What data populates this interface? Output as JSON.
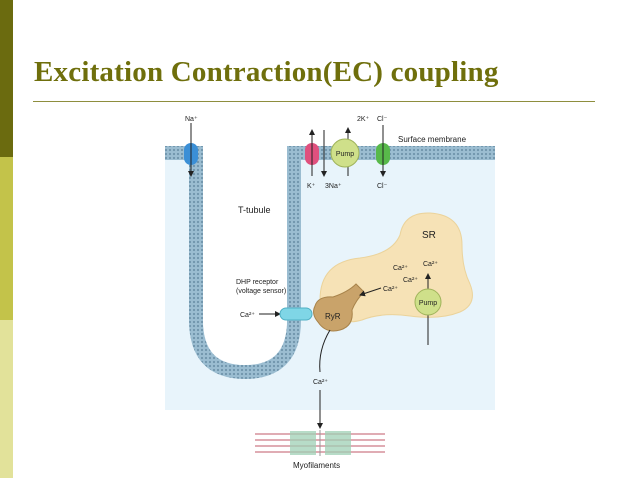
{
  "slide": {
    "title": "Excitation Contraction(EC) coupling",
    "accent_colors": {
      "dark": "#6b6b0f",
      "mid": "#c3c34a",
      "light": "#e2e29a"
    }
  },
  "diagram": {
    "ions": {
      "na_top": "Na⁺",
      "twok_top": "2K⁺",
      "cl_top": "Cl⁻",
      "k_bottom": "K⁺",
      "threena_bottom": "3Na⁺",
      "cl_bottom": "Cl⁻",
      "ca_dhp": "Ca²⁺",
      "ca_sr1": "Ca²⁺",
      "ca_sr2": "Ca²⁺",
      "ca_sr3": "Ca²⁺",
      "ca_sr4": "Ca²⁺",
      "ca_release": "Ca²⁺"
    },
    "labels": {
      "surface_membrane": "Surface membrane",
      "t_tubule": "T-tubule",
      "sr": "SR",
      "dhp_line1": "DHP receptor",
      "dhp_line2": "(voltage sensor)",
      "ryr": "RyR",
      "pump_membrane": "Pump",
      "pump_sr": "Pump",
      "myofilaments": "Myofilaments"
    },
    "colors": {
      "membrane": "#8fb3c8",
      "cytoplasm": "#e8f4fb",
      "sr": "#f6e2b6",
      "na_channel": "#3b8fd6",
      "k_channel": "#e0507e",
      "cl_channel": "#58b94a",
      "pump": "#cfe08a",
      "dhp": "#7fd6e6",
      "ryr": "#c9a36a"
    }
  }
}
